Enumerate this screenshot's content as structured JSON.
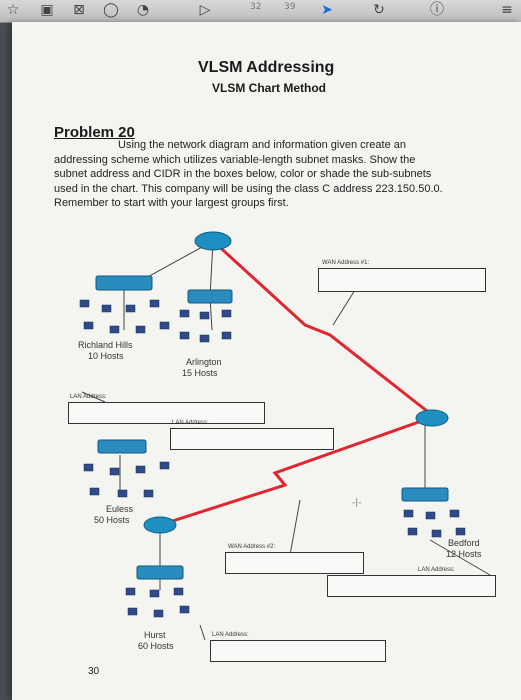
{
  "toolbar": {
    "num1": "32",
    "num2": "39"
  },
  "document": {
    "title": "VLSM Addressing",
    "subtitle": "VLSM Chart Method",
    "problem_heading": "Problem 20",
    "paragraph_lines": [
      "Using the network diagram and information given create an",
      "addressing scheme which utilizes variable-length subnet masks. Show the",
      "subnet address and CIDR in the boxes below, color or shade the sub-subnets",
      "used in the chart. This company will be using the class C address 223.150.50.0.",
      "Remember to start with your largest groups first."
    ],
    "page_number": "30"
  },
  "diagram": {
    "sites": [
      {
        "name": "Richland Hills",
        "hosts": "10 Hosts"
      },
      {
        "name": "Arlington",
        "hosts": "15 Hosts"
      },
      {
        "name": "Euless",
        "hosts": "50 Hosts"
      },
      {
        "name": "Bedford",
        "hosts": "12 Hosts"
      },
      {
        "name": "Hurst",
        "hosts": "60 Hosts"
      }
    ],
    "address_boxes": {
      "wan1": "WAN Address #1:",
      "lan_richland": "LAN Address:",
      "lan_arlington": "LAN Address:",
      "wan2": "WAN Address #2:",
      "lan_bedford": "LAN Address:",
      "lan_hurst": "LAN Address:"
    },
    "colors": {
      "wan_link": "#e0262f",
      "router": "#1e8fc0",
      "switch": "#2a8bbf",
      "pc": "#2f4b8a"
    }
  }
}
